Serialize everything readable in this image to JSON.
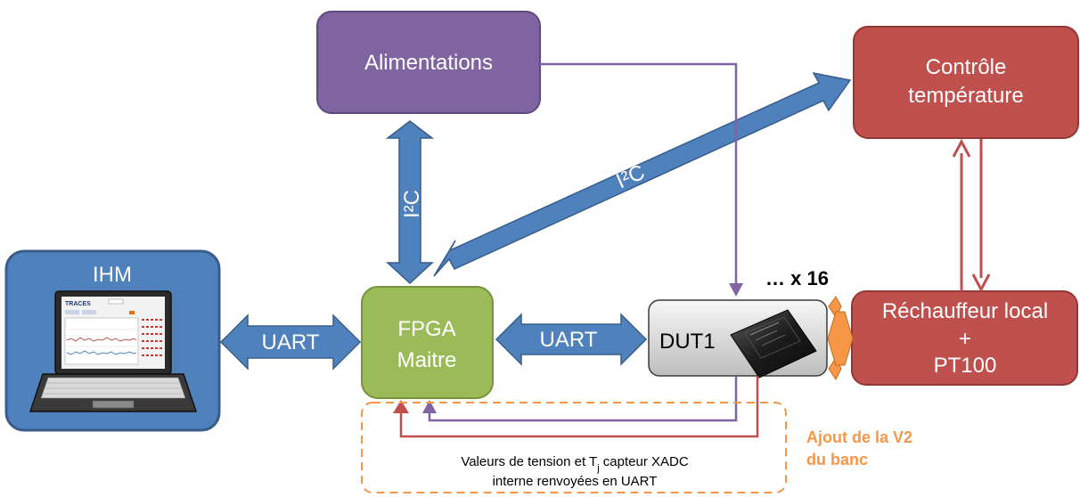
{
  "nodes": {
    "alimentations": {
      "label": "Alimentations"
    },
    "controle": {
      "line1": "Contrôle",
      "line2": "température"
    },
    "ihm": {
      "label": "IHM"
    },
    "fpga": {
      "line1": "FPGA",
      "line2": "Maitre"
    },
    "dut": {
      "label": "DUT1"
    },
    "rechauffeur": {
      "line1": "Réchauffeur local",
      "line2": "+",
      "line3": "PT100"
    }
  },
  "edges": {
    "i2c_vertical": "I²C",
    "i2c_diagonal": "I²C",
    "uart_left": "UART",
    "uart_right": "UART"
  },
  "multiplier": "… x 16",
  "note": {
    "line1_pre": "Valeurs de tension et T",
    "line1_sub": "j",
    "line1_post": " capteur XADC",
    "line2": "interne renvoyées  en UART"
  },
  "annotation": {
    "line1": "Ajout de la V2",
    "line2": "du banc"
  },
  "laptop_screen": {
    "title": "TRACES"
  },
  "colors": {
    "purple": "#8064A2",
    "red": "#C0504D",
    "blue": "#4F81BD",
    "green": "#9BBB59",
    "orange": "#F79646"
  }
}
